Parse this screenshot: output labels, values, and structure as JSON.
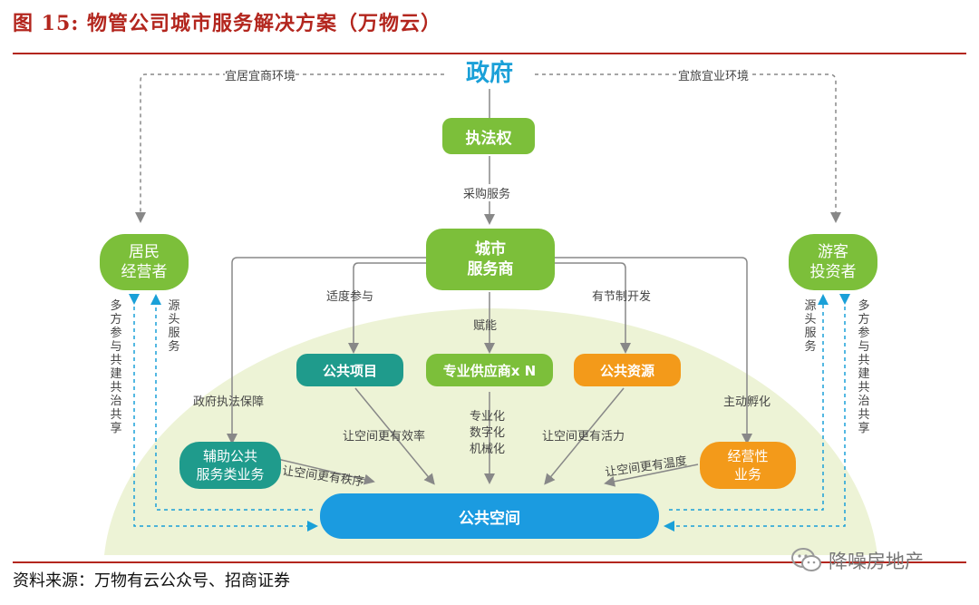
{
  "figure": {
    "title": "图 15:  物管公司城市服务解决方案（万物云）",
    "source": "资料来源：万物有云公众号、招商证券",
    "watermark": "降噪房地产"
  },
  "nodes": {
    "government": "政府",
    "enforcement": "执法权",
    "city_provider": [
      "城市",
      "服务商"
    ],
    "residents": [
      "居民",
      "经营者"
    ],
    "visitors": [
      "游客",
      "投资者"
    ],
    "public_projects": "公共项目",
    "suppliers": "专业供应商x N",
    "public_resources": "公共资源",
    "auxiliary": [
      "辅助公共",
      "服务类业务"
    ],
    "business": [
      "经营性",
      "业务"
    ],
    "public_space": "公共空间"
  },
  "labels": {
    "top_left": "宜居宜商环境",
    "top_right": "宜旅宜业环境",
    "procurement": "采购服务",
    "moderate_participation": "适度参与",
    "empower": "赋能",
    "controlled_development": "有节制开发",
    "enforcement_guarantee": "政府执法保障",
    "active_incubation": "主动孵化",
    "efficiency": "让空间更有效率",
    "vitality": "让空间更有活力",
    "order": "让空间更有秩序",
    "warmth": "让空间更有温度",
    "professional": [
      "专业化",
      "数字化",
      "机械化"
    ],
    "left_multi": "多方参与共建共治共享",
    "left_source": "源头服务",
    "right_source": "源头服务",
    "right_multi": "多方参与共建共治共享"
  },
  "colors": {
    "title_red": "#b3261e",
    "government_blue": "#1aa0d8",
    "node_green": "#7cbf3a",
    "node_teal": "#1f9b8c",
    "node_orange": "#f39a1a",
    "public_space_blue": "#1b9be0",
    "dome": "#edf3d6",
    "dashed_arrow": "#1aa0d8"
  }
}
